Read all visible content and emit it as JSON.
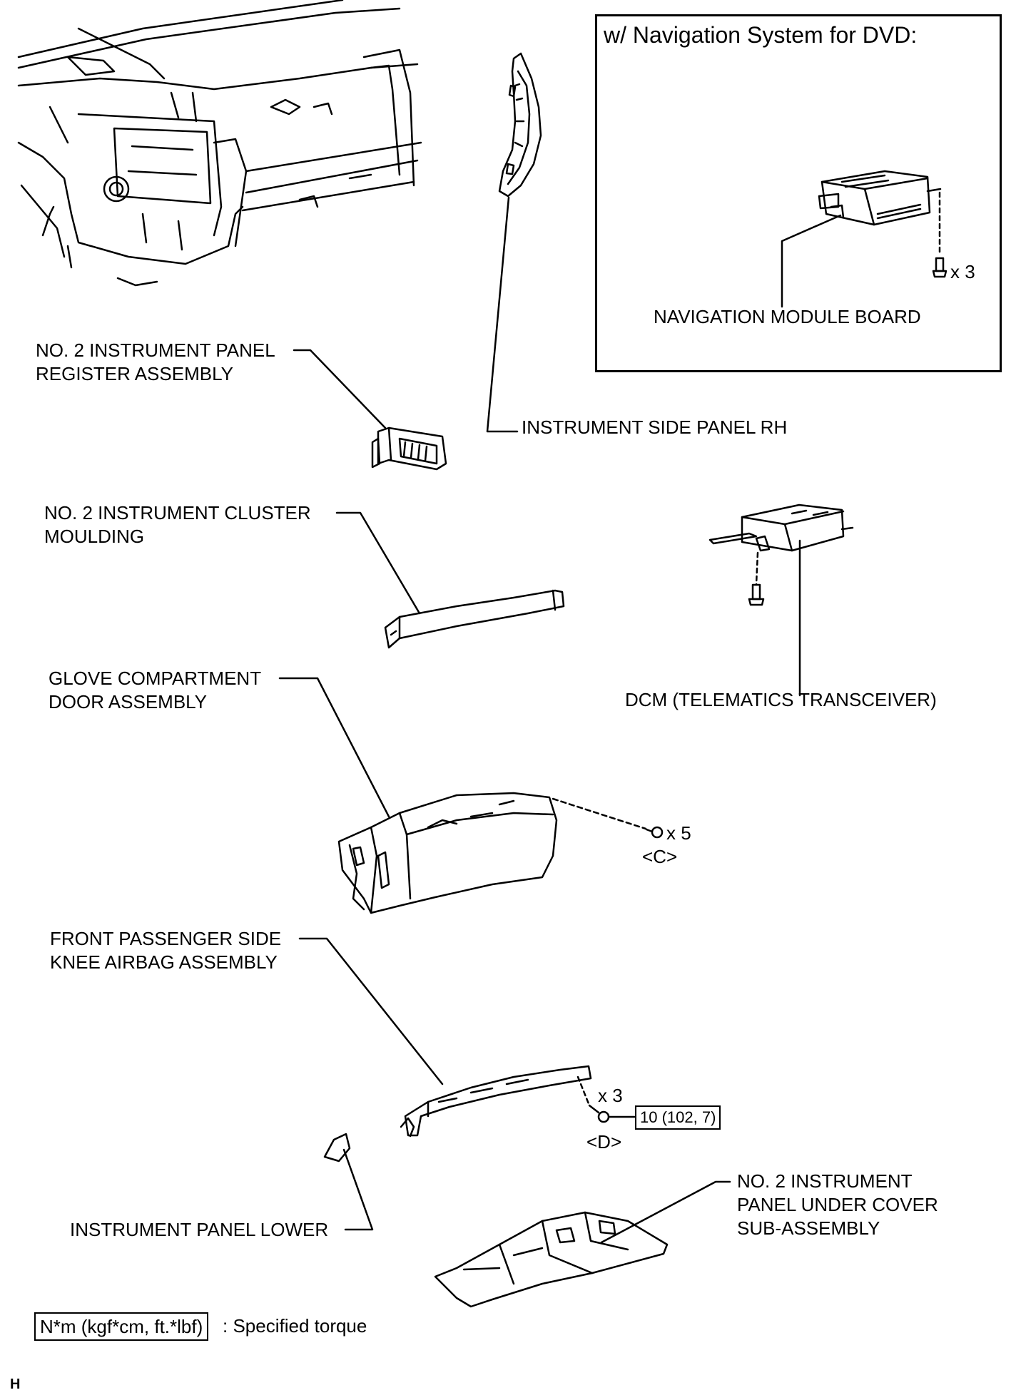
{
  "nav_box": {
    "title": "w/ Navigation System for DVD:",
    "module_label": "NAVIGATION MODULE BOARD",
    "screw_count": "x 3"
  },
  "labels": {
    "register_line1": "NO. 2 INSTRUMENT PANEL",
    "register_line2": "REGISTER ASSEMBLY",
    "side_panel": "INSTRUMENT SIDE PANEL RH",
    "cluster_line1": "NO. 2 INSTRUMENT CLUSTER",
    "cluster_line2": "MOULDING",
    "dcm": "DCM (TELEMATICS TRANSCEIVER)",
    "glove_line1": "GLOVE COMPARTMENT",
    "glove_line2": "DOOR ASSEMBLY",
    "glove_screws": "x 5",
    "glove_ref": "<C>",
    "knee_line1": "FRONT PASSENGER SIDE",
    "knee_line2": "KNEE AIRBAG ASSEMBLY",
    "knee_screws": "x 3",
    "knee_ref": "<D>",
    "knee_torque": "10 (102, 7)",
    "lower": "INSTRUMENT PANEL LOWER",
    "under_line1": "NO. 2 INSTRUMENT",
    "under_line2": "PANEL UNDER COVER",
    "under_line3": "SUB-ASSEMBLY"
  },
  "legend": {
    "units": "N*m (kgf*cm, ft.*lbf)",
    "text": ": Specified torque"
  },
  "figure_code": "H"
}
